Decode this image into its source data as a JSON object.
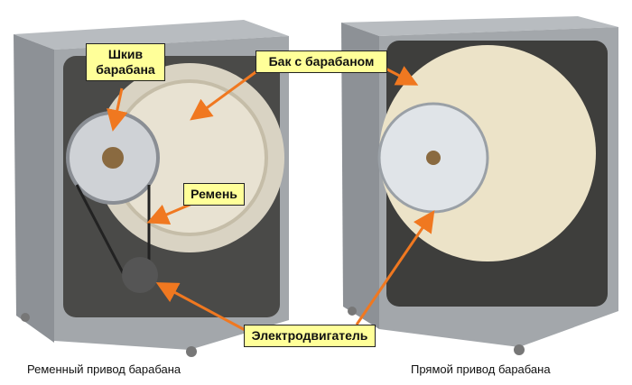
{
  "labels": {
    "pulley": "Шкив барабана",
    "tank": "Бак с барабаном",
    "belt": "Ремень",
    "motor": "Электродвигатель"
  },
  "captions": {
    "left": "Ременный привод барабана",
    "right": "Прямой привод барабана"
  },
  "colors": {
    "label_bg": "#ffff99",
    "arrow": "#f07820",
    "cabinet": "#9a9ea3"
  }
}
